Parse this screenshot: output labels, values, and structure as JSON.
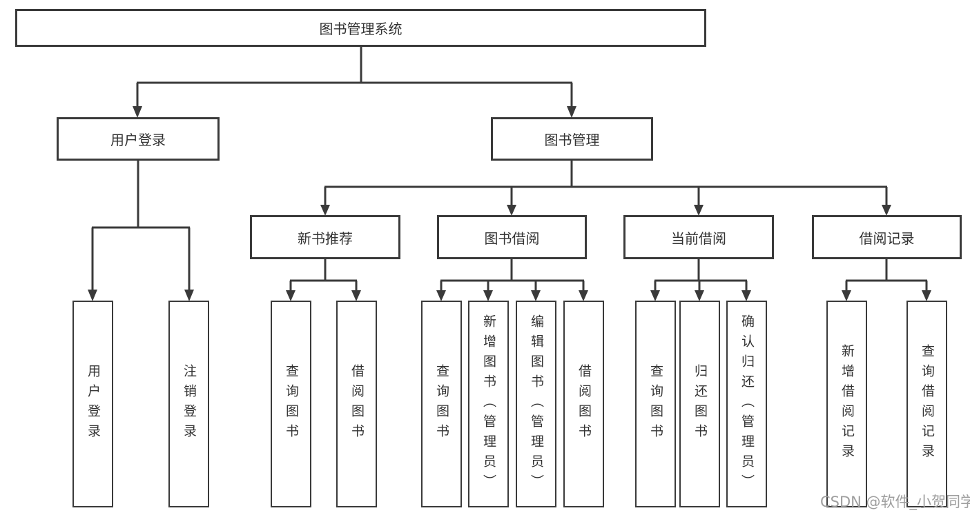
{
  "diagram_title": "图书管理系统",
  "watermark": "CSDN @软件_小贺同学",
  "colors": {
    "line": "#3a3a3a",
    "text": "#333333",
    "watermark": "#9e9e9e",
    "background": "#ffffff"
  },
  "nodes": {
    "root": {
      "label": "图书管理系统"
    },
    "level2": [
      {
        "label": "用户登录"
      },
      {
        "label": "图书管理"
      }
    ],
    "level3": [
      {
        "label": "新书推荐",
        "parent": "图书管理"
      },
      {
        "label": "图书借阅",
        "parent": "图书管理"
      },
      {
        "label": "当前借阅",
        "parent": "图书管理"
      },
      {
        "label": "借阅记录",
        "parent": "图书管理"
      }
    ],
    "leaves": [
      {
        "label": "用户登录",
        "parent": "用户登录"
      },
      {
        "label": "注销登录",
        "parent": "用户登录"
      },
      {
        "label": "查询图书",
        "parent": "新书推荐"
      },
      {
        "label": "借阅图书",
        "parent": "新书推荐"
      },
      {
        "label": "查询图书",
        "parent": "图书借阅"
      },
      {
        "label": "新增图书（管理员）",
        "parent": "图书借阅"
      },
      {
        "label": "编辑图书（管理员）",
        "parent": "图书借阅"
      },
      {
        "label": "借阅图书",
        "parent": "图书借阅"
      },
      {
        "label": "查询图书",
        "parent": "当前借阅"
      },
      {
        "label": "归还图书",
        "parent": "当前借阅"
      },
      {
        "label": "确认归还（管理员）",
        "parent": "当前借阅"
      },
      {
        "label": "新增借阅记录",
        "parent": "借阅记录"
      },
      {
        "label": "查询借阅记录",
        "parent": "借阅记录"
      }
    ]
  }
}
